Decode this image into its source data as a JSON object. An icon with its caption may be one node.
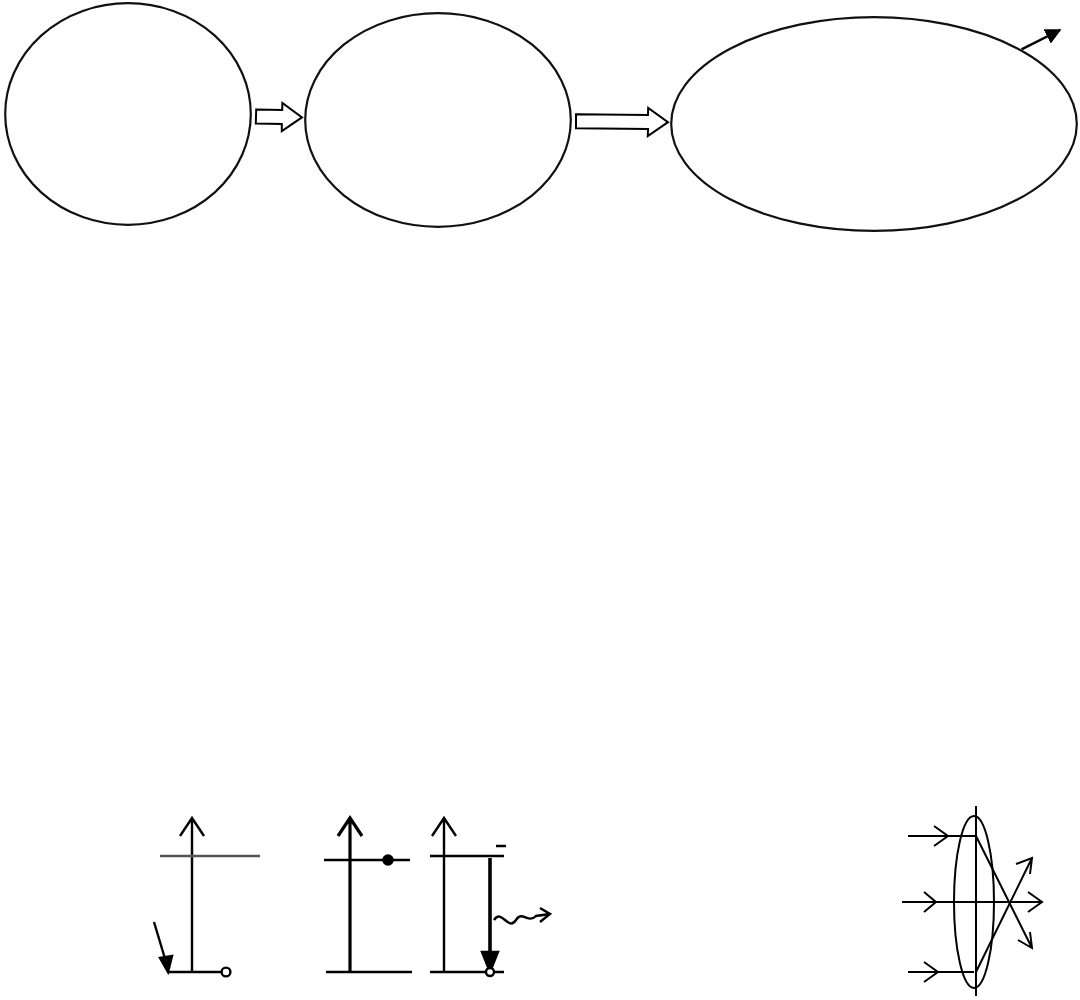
{
  "diagram": {
    "nodes": [
      {
        "text": [],
        "shape": "circle"
      },
      {
        "text": [],
        "shape": "circle"
      },
      {
        "text": [],
        "shape": "circle"
      }
    ],
    "edges": [
      {
        "from": 0,
        "to": 1,
        "arrow": "to",
        "style": "thick"
      },
      {
        "from": 1,
        "to": 2,
        "arrow": "to",
        "style": "thick"
      },
      {
        "from": 2,
        "to": null,
        "arrow": "to"
      }
    ]
  }
}
